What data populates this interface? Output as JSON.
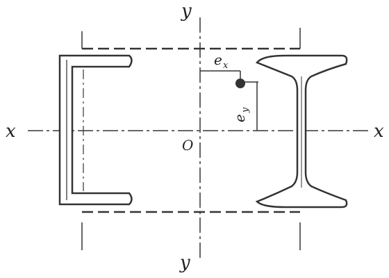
{
  "labels": {
    "x_left": "x",
    "x_right": "x",
    "y_top": "y",
    "y_bottom": "y",
    "origin": "O",
    "ex_main": "e",
    "ex_sub": "x",
    "ey_main": "e",
    "ey_sub": "y"
  },
  "colors": {
    "ink": "#222222",
    "line": "#333333",
    "fill": "#ffffff"
  }
}
